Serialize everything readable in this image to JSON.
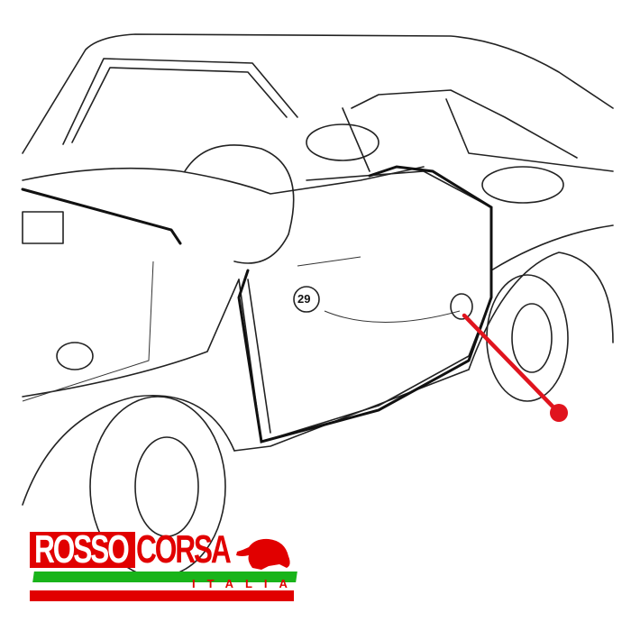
{
  "diagram": {
    "callout_label": "29",
    "highlight_color": "#e0141e"
  },
  "logo": {
    "word1": "ROSSO",
    "word2": "CORSA",
    "subtitle": "ITALIA",
    "colors": {
      "red": "#e10000",
      "green": "#19b41a",
      "white": "#ffffff"
    }
  }
}
